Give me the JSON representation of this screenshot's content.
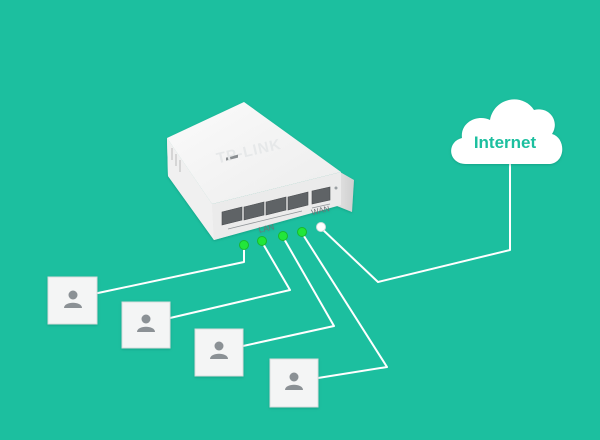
{
  "diagram": {
    "router": {
      "brand": "TP-LINK",
      "lan_label": "LAN",
      "wan_label": "WAN"
    },
    "cloud": {
      "label": "Internet"
    },
    "clients": [
      {
        "icon": "user-icon"
      },
      {
        "icon": "user-icon"
      },
      {
        "icon": "user-icon"
      },
      {
        "icon": "user-icon"
      }
    ],
    "indicators": [
      {
        "role": "lan-1",
        "color": "#22e63a"
      },
      {
        "role": "lan-2",
        "color": "#22e63a"
      },
      {
        "role": "lan-3",
        "color": "#22e63a"
      },
      {
        "role": "lan-4",
        "color": "#22e63a"
      },
      {
        "role": "wan",
        "color": "#ffffff"
      }
    ],
    "colors": {
      "background": "#1cbf9f",
      "wire": "#ffffff",
      "led_on": "#22e63a"
    }
  }
}
